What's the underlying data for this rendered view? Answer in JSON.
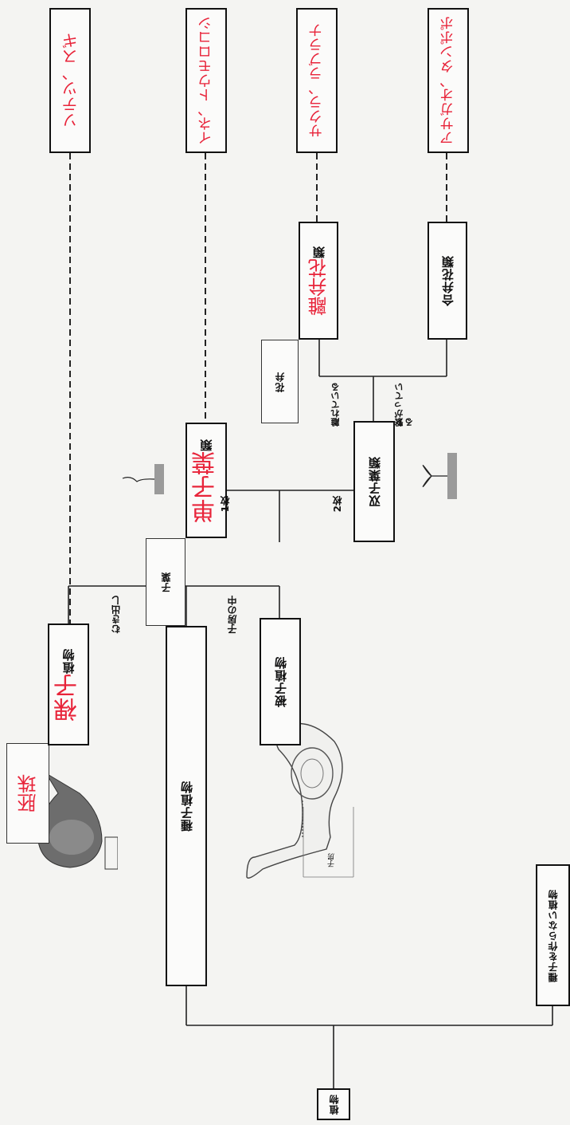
{
  "nodes": {
    "plant": "植物",
    "seed_plant": "種子植物",
    "non_seed_plant": "種子を作らない植物",
    "ovule_answer": "胚珠",
    "gymno_answer": "裸子",
    "gymno_suffix": "植物",
    "angiosperm": "被子植物",
    "cotyledon": "子葉",
    "mono_answer": "単子葉",
    "mono_suffix": "類",
    "dicot": "双子葉類",
    "petal": "花弁",
    "polypetal_answer": "離弁花",
    "polypetal_suffix": "類",
    "sympetal": "合弁花類"
  },
  "edges": {
    "exposed": "むき出し",
    "in_ovary": "子房の中",
    "one": "1枚",
    "two": "2枚",
    "separate": "離れている",
    "joined": "繋がっている"
  },
  "examples": {
    "gymno": "ソテツ、スギ",
    "mono": "イネ、トウモロコシ",
    "polypetal": "サクラ、ラブラナ",
    "sympetal": "アサガオ、タンポポ"
  },
  "illustration": {
    "ovary_label": "子房"
  }
}
